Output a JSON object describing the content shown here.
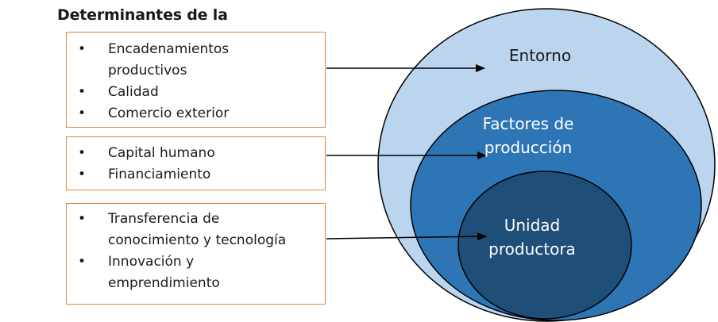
{
  "title": "Determinantes de la",
  "groups": [
    {
      "items": [
        [
          "Encadenamientos",
          "productivos"
        ],
        [
          "Calidad"
        ],
        [
          "Comercio exterior"
        ]
      ]
    },
    {
      "items": [
        [
          "Capital humano"
        ],
        [
          "Financiamiento"
        ]
      ]
    },
    {
      "items": [
        [
          "Transferencia de",
          "conocimiento y tecnología"
        ],
        [
          "Innovación y",
          "emprendimiento"
        ]
      ]
    }
  ],
  "bullet": "•",
  "circles": {
    "outer": {
      "label": "Entorno",
      "color": "#bcd5ee"
    },
    "middle": {
      "label_line1": "Factores de",
      "label_line2": "producción",
      "color": "#2e75b6"
    },
    "inner": {
      "label_line1": "Unidad",
      "label_line2": "productora",
      "color": "#1f4e79"
    }
  },
  "colors": {
    "box_border": "#e8843a",
    "circle_stroke": "#000000",
    "arrow": "#000000"
  }
}
